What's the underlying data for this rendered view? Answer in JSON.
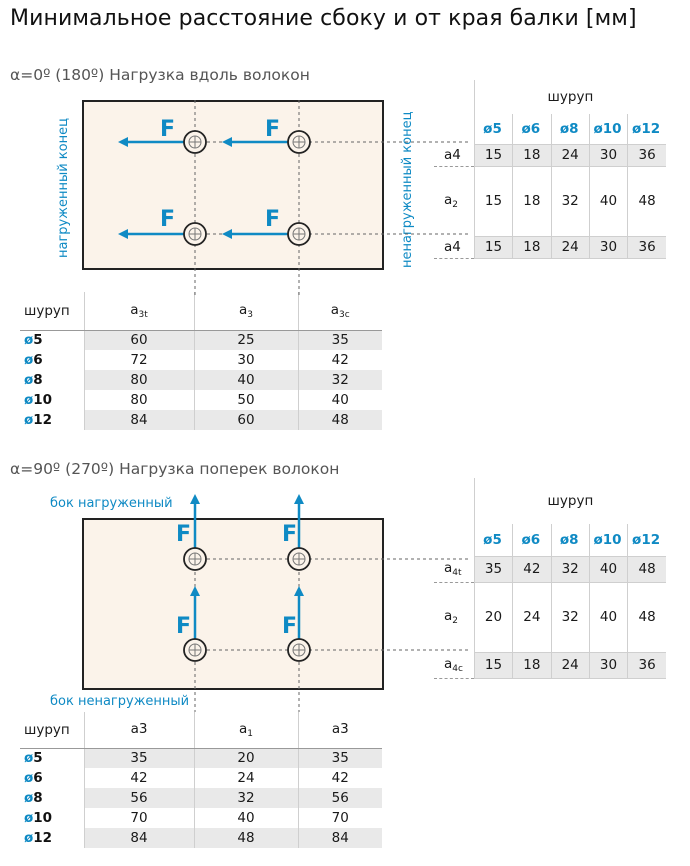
{
  "title": "Минимальное расстояние сбоку и от края балки [мм]",
  "section1": {
    "subtitle": "α=0º (180º) Нагрузка вдоль волокон",
    "left_label": "нагруженный конец",
    "right_label": "ненагруженный конец",
    "force_label": "F",
    "right_table": {
      "group_header": "шуруп",
      "columns": [
        "ø5",
        "ø6",
        "ø8",
        "ø10",
        "ø12"
      ],
      "rows": [
        {
          "label": "a4",
          "values": [
            "15",
            "18",
            "24",
            "30",
            "36"
          ]
        },
        {
          "label": "a",
          "sub": "2",
          "values": [
            "15",
            "18",
            "32",
            "40",
            "48"
          ]
        },
        {
          "label": "a4",
          "values": [
            "15",
            "18",
            "24",
            "30",
            "36"
          ]
        }
      ]
    },
    "bottom_table": {
      "row_header": "шуруп",
      "columns": [
        {
          "main": "a",
          "sub": "3t"
        },
        {
          "main": "a",
          "sub": "3"
        },
        {
          "main": "a",
          "sub": "3c"
        }
      ],
      "rows": [
        {
          "dia": "ø",
          "size": "5",
          "values": [
            "60",
            "25",
            "35"
          ]
        },
        {
          "dia": "ø",
          "size": "6",
          "values": [
            "72",
            "30",
            "42"
          ]
        },
        {
          "dia": "ø",
          "size": "8",
          "values": [
            "80",
            "40",
            "32"
          ]
        },
        {
          "dia": "ø",
          "size": "10",
          "values": [
            "80",
            "50",
            "40"
          ]
        },
        {
          "dia": "ø",
          "size": "12",
          "values": [
            "84",
            "60",
            "48"
          ]
        }
      ]
    }
  },
  "section2": {
    "subtitle": "α=90º (270º) Нагрузка поперек волокон",
    "top_label": "бок нагруженный",
    "bottom_label": "бок ненагруженный",
    "force_label": "F",
    "right_table": {
      "group_header": "шуруп",
      "columns": [
        "ø5",
        "ø6",
        "ø8",
        "ø10",
        "ø12"
      ],
      "rows": [
        {
          "label": "a",
          "sub": "4t",
          "values": [
            "35",
            "42",
            "32",
            "40",
            "48"
          ]
        },
        {
          "label": "a",
          "sub": "2",
          "values": [
            "20",
            "24",
            "32",
            "40",
            "48"
          ]
        },
        {
          "label": "a",
          "sub": "4c",
          "values": [
            "15",
            "18",
            "24",
            "30",
            "36"
          ]
        }
      ]
    },
    "bottom_table": {
      "row_header": "шуруп",
      "columns": [
        {
          "main": "a3",
          "sub": ""
        },
        {
          "main": "a",
          "sub": "1"
        },
        {
          "main": "a3",
          "sub": ""
        }
      ],
      "rows": [
        {
          "dia": "ø",
          "size": "5",
          "values": [
            "35",
            "20",
            "35"
          ]
        },
        {
          "dia": "ø",
          "size": "6",
          "values": [
            "42",
            "24",
            "42"
          ]
        },
        {
          "dia": "ø",
          "size": "8",
          "values": [
            "56",
            "32",
            "56"
          ]
        },
        {
          "dia": "ø",
          "size": "10",
          "values": [
            "70",
            "40",
            "70"
          ]
        },
        {
          "dia": "ø",
          "size": "12",
          "values": [
            "84",
            "48",
            "84"
          ]
        }
      ]
    }
  },
  "colors": {
    "accent": "#0f8ac4",
    "beam_fill": "#fbf3ea",
    "row_shade": "#e9e9e9"
  }
}
